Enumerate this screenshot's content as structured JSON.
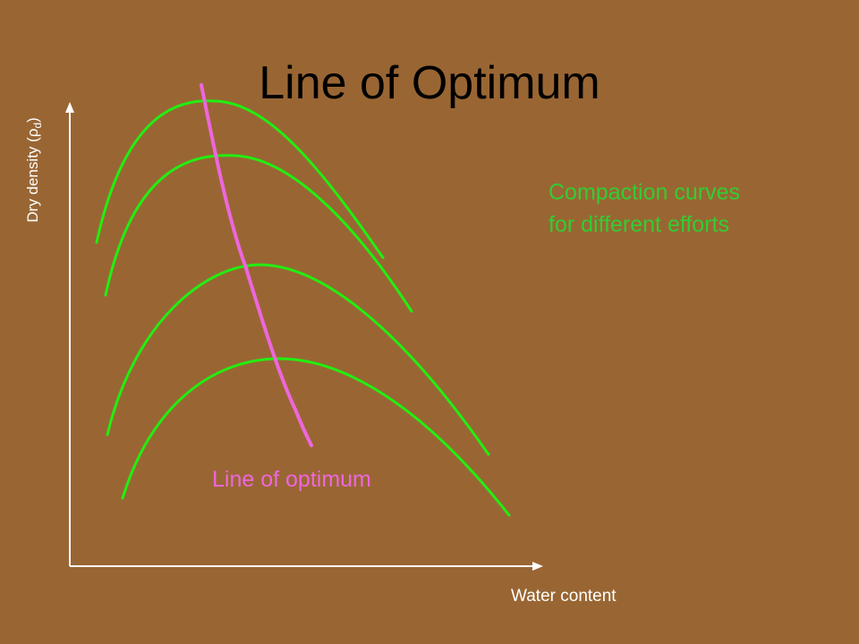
{
  "slide": {
    "title": "Line of Optimum",
    "background_color": "#996633"
  },
  "axes": {
    "y_label_main": "Dry density (",
    "y_label_symbol": "ρ",
    "y_label_subscript": "d",
    "y_label_close": ")",
    "x_label": "Water content",
    "color": "#ffffff"
  },
  "legend": {
    "line1": "Compaction curves",
    "line2": "for different efforts",
    "color": "#33cc33"
  },
  "optimum": {
    "label": "Line of optimum",
    "color": "#ee66dd"
  },
  "curves": {
    "count": 4,
    "color": "#22ee11"
  }
}
